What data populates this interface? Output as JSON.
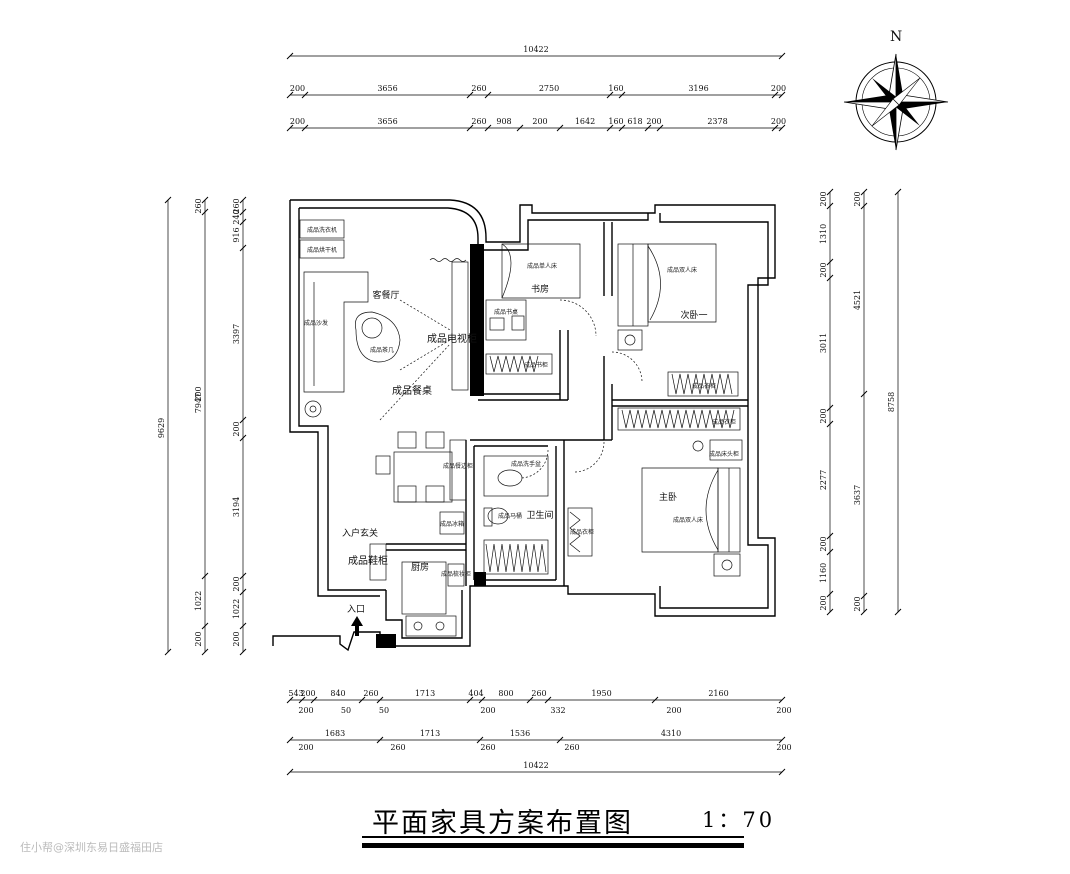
{
  "title": "平面家具方案布置图",
  "scale": "1：70",
  "watermark": "住小帮@深圳东易日盛福田店",
  "north_label": "N",
  "top_dims": {
    "overall": "10422",
    "row1": [
      "200",
      "3656",
      "260",
      "2750",
      "160",
      "3196",
      "200"
    ],
    "row2": [
      "200",
      "3656",
      "260",
      "908",
      "200",
      "1642",
      "160",
      "618",
      "200",
      "2378",
      "200"
    ]
  },
  "bottom_dims": {
    "row1": [
      "543",
      "200",
      "840",
      "260",
      "1713",
      "404",
      "800",
      "260",
      "1950",
      "2160"
    ],
    "row1_sub": [
      "200",
      "50",
      "50",
      "200",
      "332",
      "200",
      "200"
    ],
    "row2": [
      "1683",
      "1713",
      "1536",
      "4310"
    ],
    "row2_sub": [
      "200",
      "260",
      "260",
      "260",
      "200"
    ],
    "overall": "10422"
  },
  "left_dims": {
    "outer": "9629",
    "mid": "7947",
    "inner": [
      "260",
      "240",
      "916",
      "3397",
      "200",
      "3194",
      "200",
      "1022",
      "200"
    ],
    "mid_sub": [
      "260",
      "200",
      "1022",
      "200"
    ]
  },
  "right_dims": {
    "outer": "8758",
    "mid": [
      "200",
      "4521",
      "3637",
      "200"
    ],
    "inner": [
      "200",
      "1310",
      "200",
      "3011",
      "200",
      "2277",
      "200",
      "1160",
      "200"
    ]
  },
  "rooms": {
    "living": "客餐厅",
    "study": "书房",
    "bedroom2": "次卧一",
    "master": "主卧",
    "bath": "卫生间",
    "kitchen": "厨房",
    "entry": "入户玄关",
    "entrance": "入口"
  },
  "labels": {
    "dining_table": "成品餐桌",
    "tv_cab": "成品电视柜",
    "shoe_cab": "成品鞋柜",
    "sofa": "成品沙发",
    "coffee_table": "成品茶几",
    "washer": "成品洗衣机",
    "dryer": "成品烘干机",
    "single_bed": "成品单人床",
    "double_bed2": "成品双人床",
    "double_bed": "成品双人床",
    "wardrobe": "成品衣柜",
    "wardrobe2": "成品衣柜",
    "wardrobe3": "成品衣柜",
    "bookcase": "成品书柜",
    "side_cab": "成品餐边柜",
    "fridge": "成品冰箱",
    "basin": "成品洗手盆",
    "toilet": "成品马桶",
    "dressing": "成品梳妆柜",
    "vanity": "成品床头柜",
    "desk": "成品书桌"
  }
}
